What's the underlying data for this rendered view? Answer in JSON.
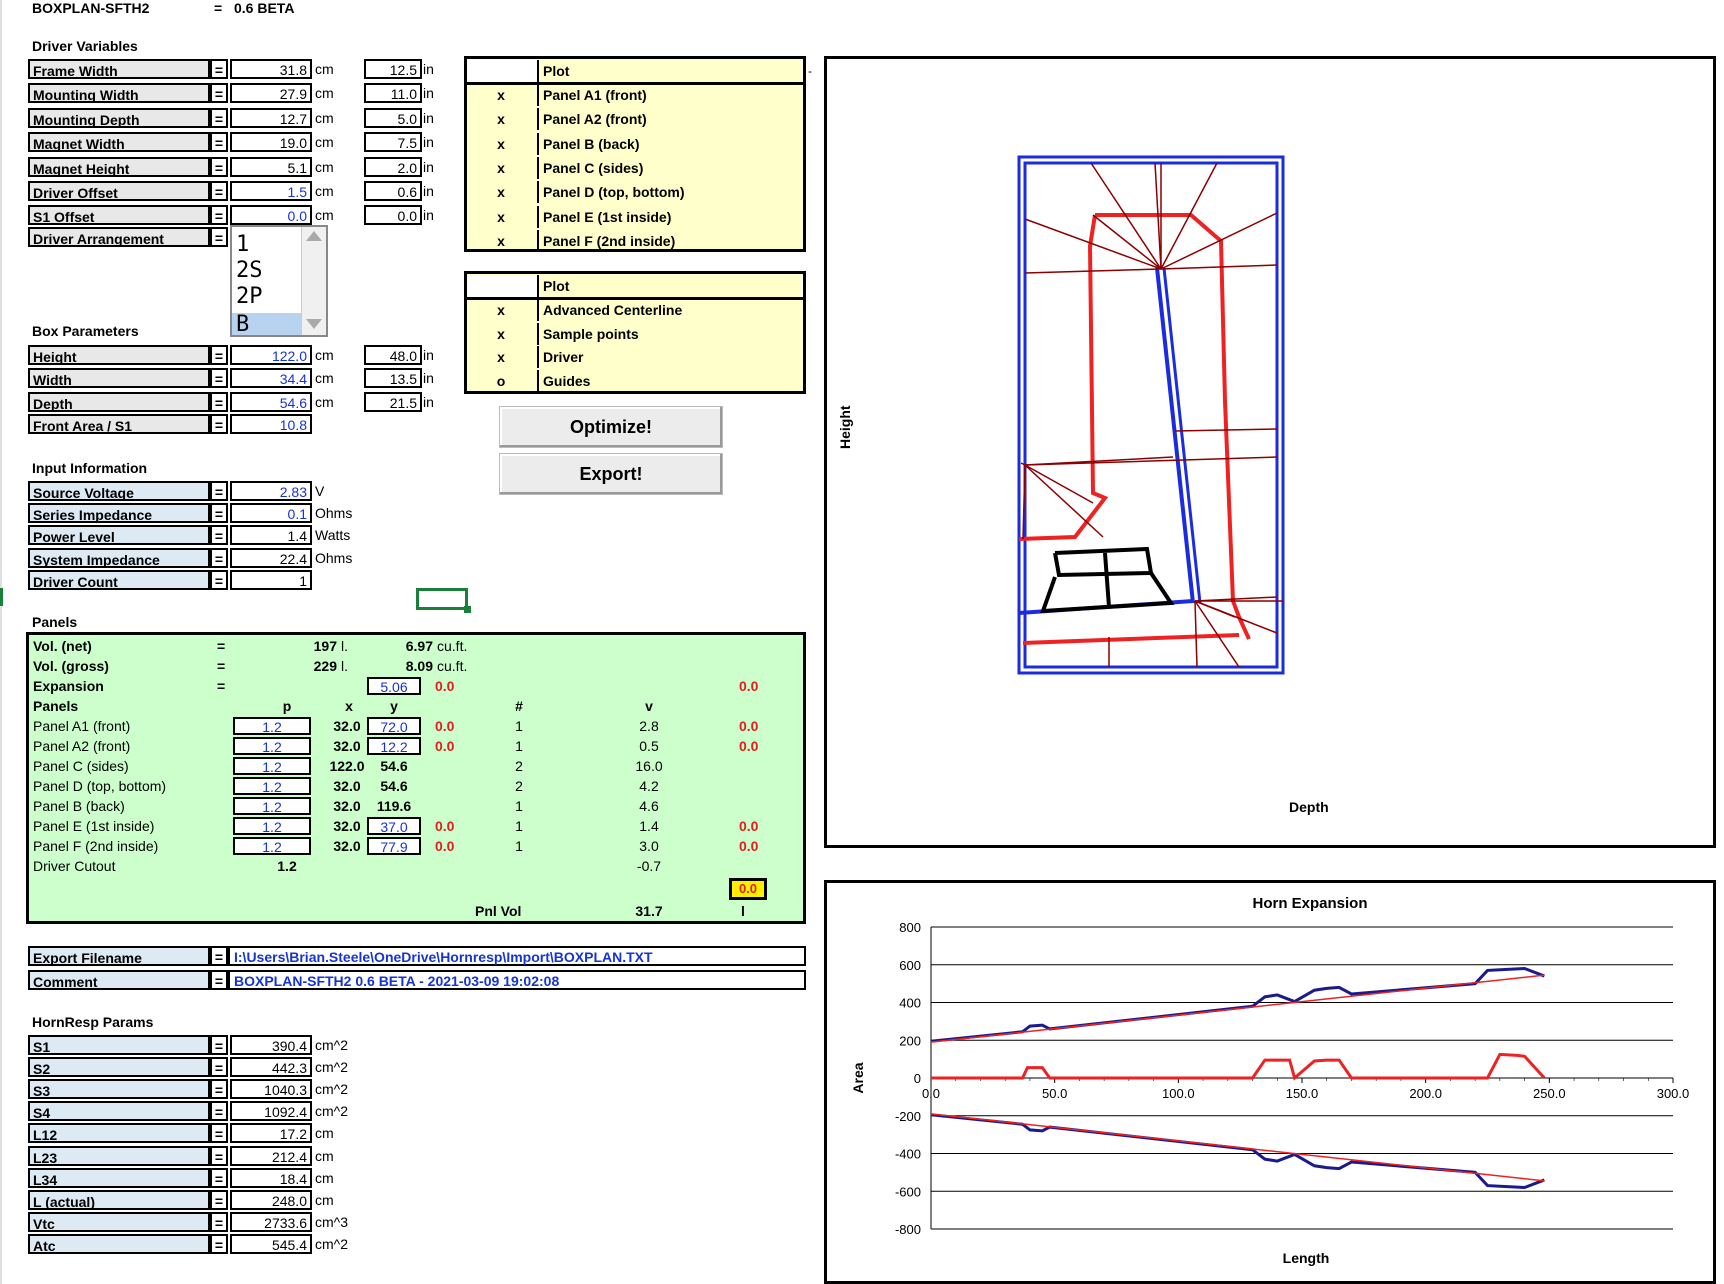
{
  "header": {
    "title": "BOXPLAN-SFTH2",
    "eq": "=",
    "version": "0.6 BETA"
  },
  "driver_variables": {
    "title": "Driver Variables",
    "rows": [
      {
        "label": "Frame Width",
        "eq": "=",
        "cm": "31.8",
        "cm_unit": "cm",
        "in": "12.5",
        "in_unit": "in"
      },
      {
        "label": "Mounting Width",
        "eq": "=",
        "cm": "27.9",
        "cm_unit": "cm",
        "in": "11.0",
        "in_unit": "in"
      },
      {
        "label": "Mounting Depth",
        "eq": "=",
        "cm": "12.7",
        "cm_unit": "cm",
        "in": "5.0",
        "in_unit": "in"
      },
      {
        "label": "Magnet Width",
        "eq": "=",
        "cm": "19.0",
        "cm_unit": "cm",
        "in": "7.5",
        "in_unit": "in"
      },
      {
        "label": "Magnet Height",
        "eq": "=",
        "cm": "5.1",
        "cm_unit": "cm",
        "in": "2.0",
        "in_unit": "in"
      },
      {
        "label": "Driver Offset",
        "eq": "=",
        "cm": "1.5",
        "cm_unit": "cm",
        "in": "0.6",
        "in_unit": "in"
      },
      {
        "label": "S1 Offset",
        "eq": "=",
        "cm": "0.0",
        "cm_unit": "cm",
        "in": "0.0",
        "in_unit": "in"
      }
    ],
    "arrangement_label": "Driver Arrangement",
    "arrangement_eq": "=",
    "arrangement_options": [
      "1",
      "2S",
      "2P",
      "B"
    ],
    "arrangement_selected": "B"
  },
  "box_parameters": {
    "title": "Box Parameters",
    "rows": [
      {
        "label": "Height",
        "eq": "=",
        "cm": "122.0",
        "cm_unit": "cm",
        "in": "48.0",
        "in_unit": "in"
      },
      {
        "label": "Width",
        "eq": "=",
        "cm": "34.4",
        "cm_unit": "cm",
        "in": "13.5",
        "in_unit": "in"
      },
      {
        "label": "Depth",
        "eq": "=",
        "cm": "54.6",
        "cm_unit": "cm",
        "in": "21.5",
        "in_unit": "in"
      }
    ],
    "front_area": {
      "label": "Front Area / S1",
      "eq": "=",
      "value": "10.8"
    }
  },
  "input_information": {
    "title": "Input Information",
    "rows": [
      {
        "label": "Source Voltage",
        "eq": "=",
        "value": "2.83",
        "unit": "V"
      },
      {
        "label": "Series Impedance",
        "eq": "=",
        "value": "0.1",
        "unit": "Ohms"
      },
      {
        "label": "Power Level",
        "eq": "=",
        "value": "1.4",
        "unit": "Watts"
      },
      {
        "label": "System Impedance",
        "eq": "=",
        "value": "22.4",
        "unit": "Ohms"
      },
      {
        "label": "Driver Count",
        "eq": "=",
        "value": "1",
        "unit": ""
      }
    ]
  },
  "plot_panel_1": {
    "header": "Plot",
    "rows": [
      {
        "mark": "x",
        "label": "Panel A1 (front)"
      },
      {
        "mark": "x",
        "label": "Panel A2 (front)"
      },
      {
        "mark": "x",
        "label": "Panel B (back)"
      },
      {
        "mark": "x",
        "label": "Panel C (sides)"
      },
      {
        "mark": "x",
        "label": "Panel D (top, bottom)"
      },
      {
        "mark": "x",
        "label": "Panel E (1st inside)"
      },
      {
        "mark": "x",
        "label": "Panel F (2nd inside)"
      }
    ]
  },
  "plot_panel_2": {
    "header": "Plot",
    "rows": [
      {
        "mark": "x",
        "label": "Advanced Centerline"
      },
      {
        "mark": "x",
        "label": "Sample points"
      },
      {
        "mark": "x",
        "label": "Driver"
      },
      {
        "mark": "o",
        "label": "Guides"
      }
    ]
  },
  "buttons": {
    "optimize": "Optimize!",
    "export": "Export!"
  },
  "panels": {
    "title": "Panels",
    "vol_net": {
      "label": "Vol. (net)",
      "eq": "=",
      "value": "197",
      "unit": "l.",
      "cuft": "6.97",
      "cuft_unit": "cu.ft."
    },
    "vol_gross": {
      "label": "Vol. (gross)",
      "eq": "=",
      "value": "229",
      "unit": "l.",
      "cuft": "8.09",
      "cuft_unit": "cu.ft."
    },
    "expansion": {
      "label": "Expansion",
      "eq": "=",
      "value": "5.06",
      "delta": "0.0",
      "right": "0.0"
    },
    "headers": {
      "name": "Panels",
      "p": "p",
      "x": "x",
      "y": "y",
      "n": "#",
      "v": "v"
    },
    "rows": [
      {
        "name": "Panel A1 (front)",
        "p": "1.2",
        "x": "32.0",
        "y": "72.0",
        "d": "0.0",
        "n": "1",
        "v": "2.8",
        "r": "0.0"
      },
      {
        "name": "Panel A2 (front)",
        "p": "1.2",
        "x": "32.0",
        "y": "12.2",
        "d": "0.0",
        "n": "1",
        "v": "0.5",
        "r": "0.0"
      },
      {
        "name": "Panel C (sides)",
        "p": "1.2",
        "x": "122.0",
        "y": "54.6",
        "d": "",
        "n": "2",
        "v": "16.0",
        "r": ""
      },
      {
        "name": "Panel D (top, bottom)",
        "p": "1.2",
        "x": "32.0",
        "y": "54.6",
        "d": "",
        "n": "2",
        "v": "4.2",
        "r": ""
      },
      {
        "name": "Panel B (back)",
        "p": "1.2",
        "x": "32.0",
        "y": "119.6",
        "d": "",
        "n": "1",
        "v": "4.6",
        "r": ""
      },
      {
        "name": "Panel E (1st inside)",
        "p": "1.2",
        "x": "32.0",
        "y": "37.0",
        "d": "0.0",
        "n": "1",
        "v": "1.4",
        "r": "0.0"
      },
      {
        "name": "Panel F (2nd inside)",
        "p": "1.2",
        "x": "32.0",
        "y": "77.9",
        "d": "0.0",
        "n": "1",
        "v": "3.0",
        "r": "0.0"
      }
    ],
    "cutout": {
      "name": "Driver Cutout",
      "p": "1.2",
      "v": "-0.7"
    },
    "total_box": "0.0",
    "pnl_vol_label": "Pnl Vol",
    "pnl_vol_value": "31.7",
    "pnl_vol_unit": "l"
  },
  "export": {
    "filename_label": "Export Filename",
    "eq": "=",
    "filename": "I:\\Users\\Brian.Steele\\OneDrive\\Hornresp\\Import\\BOXPLAN.TXT",
    "comment_label": "Comment",
    "comment": "BOXPLAN-SFTH2 0.6 BETA - 2021-03-09 19:02:08"
  },
  "hornresp": {
    "title": "HornResp Params",
    "rows": [
      {
        "label": "S1",
        "eq": "=",
        "value": "390.4",
        "unit": "cm^2"
      },
      {
        "label": "S2",
        "eq": "=",
        "value": "442.3",
        "unit": "cm^2"
      },
      {
        "label": "S3",
        "eq": "=",
        "value": "1040.3",
        "unit": "cm^2"
      },
      {
        "label": "S4",
        "eq": "=",
        "value": "1092.4",
        "unit": "cm^2"
      },
      {
        "label": "L12",
        "eq": "=",
        "value": "17.2",
        "unit": "cm"
      },
      {
        "label": "L23",
        "eq": "=",
        "value": "212.4",
        "unit": "cm"
      },
      {
        "label": "L34",
        "eq": "=",
        "value": "18.4",
        "unit": "cm"
      },
      {
        "label": "L (actual)",
        "eq": "=",
        "value": "248.0",
        "unit": "cm"
      },
      {
        "label": "Vtc",
        "eq": "=",
        "value": "2733.6",
        "unit": "cm^3"
      },
      {
        "label": "Atc",
        "eq": "=",
        "value": "545.4",
        "unit": "cm^2"
      }
    ]
  },
  "box_plot": {
    "xlabel": "Depth",
    "ylabel": "Height"
  },
  "chart_data": {
    "type": "line",
    "title": "Horn Expansion",
    "xlabel": "Length",
    "ylabel": "Area",
    "xlim": [
      0,
      300
    ],
    "ylim": [
      -800,
      800
    ],
    "x_ticks": [
      "0.0",
      "50.0",
      "100.0",
      "150.0",
      "200.0",
      "250.0",
      "300.0"
    ],
    "y_ticks": [
      "800",
      "600",
      "400",
      "200",
      "0",
      "-200",
      "-400",
      "-600",
      "-800"
    ],
    "grid": "horizontal",
    "series": [
      {
        "color": "#1a1a8c",
        "values_x": [
          0,
          37,
          40,
          45,
          48,
          130,
          135,
          140,
          147,
          155,
          160,
          165,
          170,
          220,
          225,
          232,
          240,
          248
        ],
        "values_y": [
          195,
          245,
          275,
          280,
          260,
          380,
          430,
          440,
          405,
          465,
          475,
          480,
          445,
          500,
          570,
          575,
          580,
          540
        ]
      },
      {
        "color": "#ee2222",
        "values_x": [
          0,
          248
        ],
        "values_y": [
          190,
          545
        ]
      },
      {
        "color": "#ee2222",
        "values_x": [
          0,
          37,
          39,
          45,
          48,
          125,
          130,
          135,
          140,
          145,
          147,
          155,
          160,
          165,
          170,
          217,
          222,
          225,
          230,
          237,
          240,
          248
        ],
        "values_y": [
          0,
          0,
          55,
          55,
          0,
          0,
          0,
          95,
          95,
          95,
          0,
          90,
          95,
          95,
          0,
          0,
          0,
          0,
          125,
          120,
          115,
          0
        ]
      },
      {
        "color": "#1a1a8c",
        "values_x": [
          0,
          37,
          40,
          45,
          48,
          130,
          135,
          140,
          147,
          155,
          160,
          165,
          170,
          220,
          225,
          232,
          240,
          248
        ],
        "values_y": [
          -195,
          -245,
          -275,
          -280,
          -260,
          -380,
          -430,
          -440,
          -405,
          -465,
          -475,
          -480,
          -445,
          -500,
          -570,
          -575,
          -580,
          -540
        ]
      },
      {
        "color": "#ee2222",
        "values_x": [
          0,
          248
        ],
        "values_y": [
          -190,
          -545
        ]
      }
    ]
  },
  "colors": {
    "accent_blue": "#1534d6",
    "panel_green": "#ccffcc",
    "plot_yellow": "#ffffcc",
    "red": "#e02020"
  }
}
